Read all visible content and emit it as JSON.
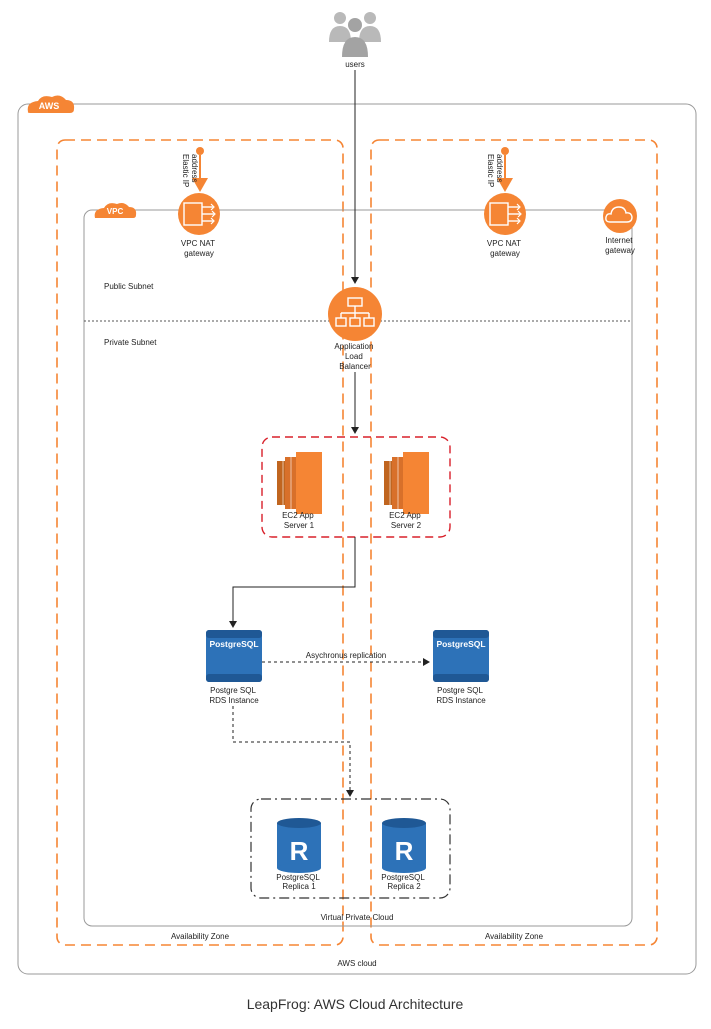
{
  "title": "LeapFrog: AWS Cloud Architecture",
  "users": {
    "label": "users"
  },
  "aws": {
    "badge": "AWS",
    "footer": "AWS cloud"
  },
  "vpc": {
    "badge": "VPC",
    "footer": "Virtual Private Cloud"
  },
  "subnets": {
    "public": "Public Subnet",
    "private": "Private Subnet"
  },
  "zones": {
    "left": "Availability Zone",
    "right": "Availability Zone"
  },
  "elastic_ip": {
    "left": [
      "Elastic IP",
      "address"
    ],
    "right": [
      "Elastic IP",
      "address"
    ]
  },
  "nat": {
    "left": [
      "VPC NAT",
      "gateway"
    ],
    "right": [
      "VPC NAT",
      "gateway"
    ]
  },
  "igw": [
    "Internet",
    "gateway"
  ],
  "alb": [
    "Application",
    "Load",
    "Balancer"
  ],
  "ec2": {
    "server1": [
      "EC2 App",
      "Server 1"
    ],
    "server2": [
      "EC2 App",
      "Server 2"
    ]
  },
  "rds": {
    "icon_text": "PostgreSQL",
    "left": [
      "Postgre SQL",
      "RDS Instance"
    ],
    "right": [
      "Postgre SQL",
      "RDS Instance"
    ],
    "replication": "Asychronus replication"
  },
  "replicas": {
    "letter": "R",
    "r1": [
      "PostgreSQL",
      "Replica 1"
    ],
    "r2": [
      "PostgreSQL",
      "Replica 2"
    ]
  },
  "colors": {
    "orange": "#f58534",
    "orange_dark": "#c0651f",
    "blue": "#2d72b8",
    "blue_dark": "#1f5895",
    "red_dash": "#d8202a",
    "border_grey": "#9a9a9a",
    "user_grey": "#b9b9b9"
  }
}
